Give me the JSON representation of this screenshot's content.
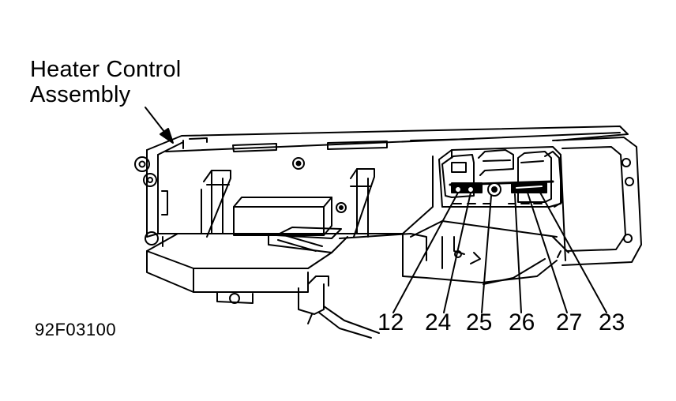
{
  "callout": {
    "line1": "Heater Control",
    "line2": "Assembly"
  },
  "figure_id": "92F03100",
  "pins": [
    "12",
    "24",
    "25",
    "26",
    "27",
    "23"
  ]
}
